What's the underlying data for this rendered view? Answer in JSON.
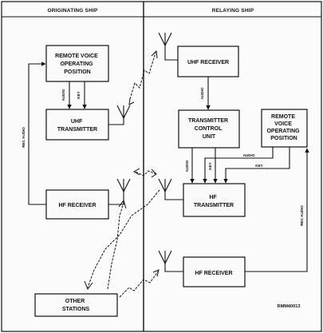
{
  "headers": {
    "left": "ORIGINATING SHIP",
    "right": "RELAYING SHIP"
  },
  "boxes": {
    "remote_voice_left": [
      "REMOTE VOICE",
      "OPERATING",
      "POSITION"
    ],
    "uhf_transmitter": [
      "UHF",
      "TRANSMITTER"
    ],
    "hf_receiver_left": [
      "HF RECEIVER"
    ],
    "other_stations": [
      "OTHER",
      "STATIONS"
    ],
    "uhf_receiver": [
      "UHF RECEIVER"
    ],
    "transmitter_control_unit": [
      "TRANSMITTER",
      "CONTROL",
      "UNIT"
    ],
    "remote_voice_right": [
      "REMOTE",
      "VOICE",
      "OPERATING",
      "POSITION"
    ],
    "hf_transmitter": [
      "HF",
      "TRANSMITTER"
    ],
    "hf_receiver_right": [
      "HF RECEIVER"
    ]
  },
  "labels": {
    "audio": "AUDIO",
    "key": "KEY",
    "rec_audio": "REC AUDIO"
  },
  "reference": "RMM40013"
}
